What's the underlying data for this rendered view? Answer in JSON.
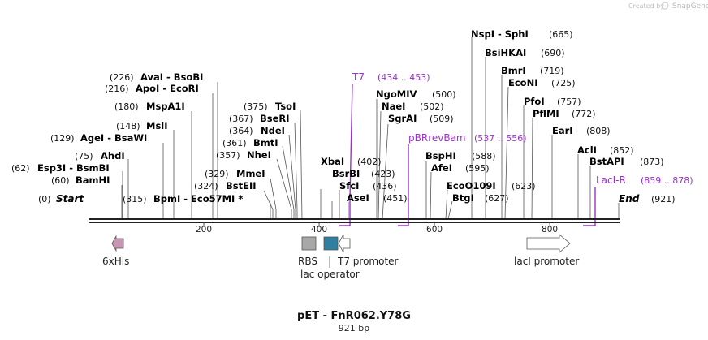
{
  "watermark": {
    "prefix": "Created by",
    "brand": "SnapGene"
  },
  "map_title": "pET - FnR062.Y78G",
  "map_subtitle": "921 bp",
  "ticks": [
    "200",
    "400",
    "600",
    "800"
  ],
  "sequence": {
    "length": 921,
    "tick_values": [
      200,
      400,
      600,
      800
    ]
  },
  "ends": [
    {
      "pos": "(0)",
      "label": "Start"
    },
    {
      "pos": "(921)",
      "label": "End"
    }
  ],
  "sites": [
    {
      "name": "BamHI",
      "pos": "(60)",
      "bp": 60
    },
    {
      "name": "Esp3I  - BsmBI",
      "pos": "(62)",
      "bp": 62
    },
    {
      "name": "AhdI",
      "pos": "(75)",
      "bp": 75
    },
    {
      "name": "AgeI  - BsaWI",
      "pos": "(129)",
      "bp": 129
    },
    {
      "name": "MslI",
      "pos": "(148)",
      "bp": 148
    },
    {
      "name": "MspA1I",
      "pos": "(180)",
      "bp": 180
    },
    {
      "name": "ApoI  - EcoRI",
      "pos": "(216)",
      "bp": 216
    },
    {
      "name": "AvaI  - BsoBI",
      "pos": "(226)",
      "bp": 226
    },
    {
      "name": "BpmI  - Eco57MI *",
      "pos": "(315)",
      "bp": 315
    },
    {
      "name": "BstEII",
      "pos": "(324)",
      "bp": 324
    },
    {
      "name": "MmeI",
      "pos": "(329)",
      "bp": 329
    },
    {
      "name": "NheI",
      "pos": "(357)",
      "bp": 357
    },
    {
      "name": "BmtI",
      "pos": "(361)",
      "bp": 361
    },
    {
      "name": "NdeI",
      "pos": "(364)",
      "bp": 364
    },
    {
      "name": "BseRI",
      "pos": "(367)",
      "bp": 367
    },
    {
      "name": "TsoI",
      "pos": "(375)",
      "bp": 375
    },
    {
      "name": "XbaI",
      "pos": "(402)",
      "bp": 402
    },
    {
      "name": "BsrBI",
      "pos": "(423)",
      "bp": 423
    },
    {
      "name": "SfcI",
      "pos": "(436)",
      "bp": 436
    },
    {
      "name": "AseI",
      "pos": "(451)",
      "bp": 451
    },
    {
      "name": "NgoMIV",
      "pos": "(500)",
      "bp": 500
    },
    {
      "name": "NaeI",
      "pos": "(502)",
      "bp": 502
    },
    {
      "name": "SgrAI",
      "pos": "(509)",
      "bp": 509
    },
    {
      "name": "BspHI",
      "pos": "(588)",
      "bp": 588
    },
    {
      "name": "AfeI",
      "pos": "(595)",
      "bp": 595
    },
    {
      "name": "EcoO109I",
      "pos": "(623)",
      "bp": 623
    },
    {
      "name": "BtgI",
      "pos": "(627)",
      "bp": 627
    },
    {
      "name": "NspI  - SphI",
      "pos": "(665)",
      "bp": 665
    },
    {
      "name": "BsiHKAI",
      "pos": "(690)",
      "bp": 690
    },
    {
      "name": "BmrI",
      "pos": "(719)",
      "bp": 719
    },
    {
      "name": "EcoNI",
      "pos": "(725)",
      "bp": 725
    },
    {
      "name": "PfoI",
      "pos": "(757)",
      "bp": 757
    },
    {
      "name": "PflMI",
      "pos": "(772)",
      "bp": 772
    },
    {
      "name": "EarI",
      "pos": "(808)",
      "bp": 808
    },
    {
      "name": "AclI",
      "pos": "(852)",
      "bp": 852
    },
    {
      "name": "BstAPI",
      "pos": "(873)",
      "bp": 873
    }
  ],
  "primers": [
    {
      "name": "T7",
      "range": "(434 .. 453)",
      "start": 434,
      "end": 453
    },
    {
      "name": "pBRrevBam",
      "range": "(537 .. 556)",
      "start": 537,
      "end": 556
    },
    {
      "name": "LacI-R",
      "range": "(859 .. 878)",
      "start": 859,
      "end": 878
    }
  ],
  "features": [
    {
      "name": "6xHis",
      "shape": "arrow-left",
      "color": "#c896b4"
    },
    {
      "name": "RBS",
      "shape": "box",
      "color": "#a8a8a8"
    },
    {
      "name": "lac operator",
      "shape": "box",
      "color": "#2e7fa0"
    },
    {
      "name": "T7 promoter",
      "shape": "arrow-left",
      "color": "#ffffff"
    },
    {
      "name": "lacI promoter",
      "shape": "arrow-right",
      "color": "#ffffff"
    }
  ],
  "colors": {
    "primer": "#9a32cd",
    "backbone": "#222222",
    "cut_line": "#555555"
  }
}
